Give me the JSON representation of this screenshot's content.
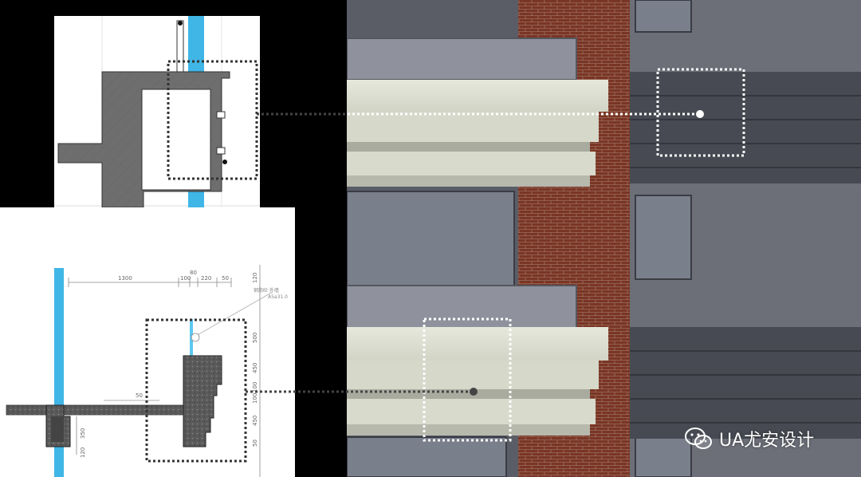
{
  "watermark": {
    "text": "UA尤安设计",
    "icon": "wechat-icon"
  },
  "cad_bottom": {
    "top_dims": [
      "1300",
      "100",
      "80",
      "220",
      "50"
    ],
    "right_dims": [
      "120",
      "500",
      "450",
      "100",
      "100",
      "450",
      "50"
    ],
    "left_dims": [
      "350",
      "120"
    ],
    "center_dim": "50",
    "callout_line1": "钢筋砼 外墙",
    "callout_line2": "A5a31.0"
  },
  "colors": {
    "glass_blue": "#3fb6e6",
    "concrete_gray": "#6e6e6e",
    "brick": "#7a3524",
    "callout_dots": "#444444",
    "render_dots": "#ffffff"
  }
}
